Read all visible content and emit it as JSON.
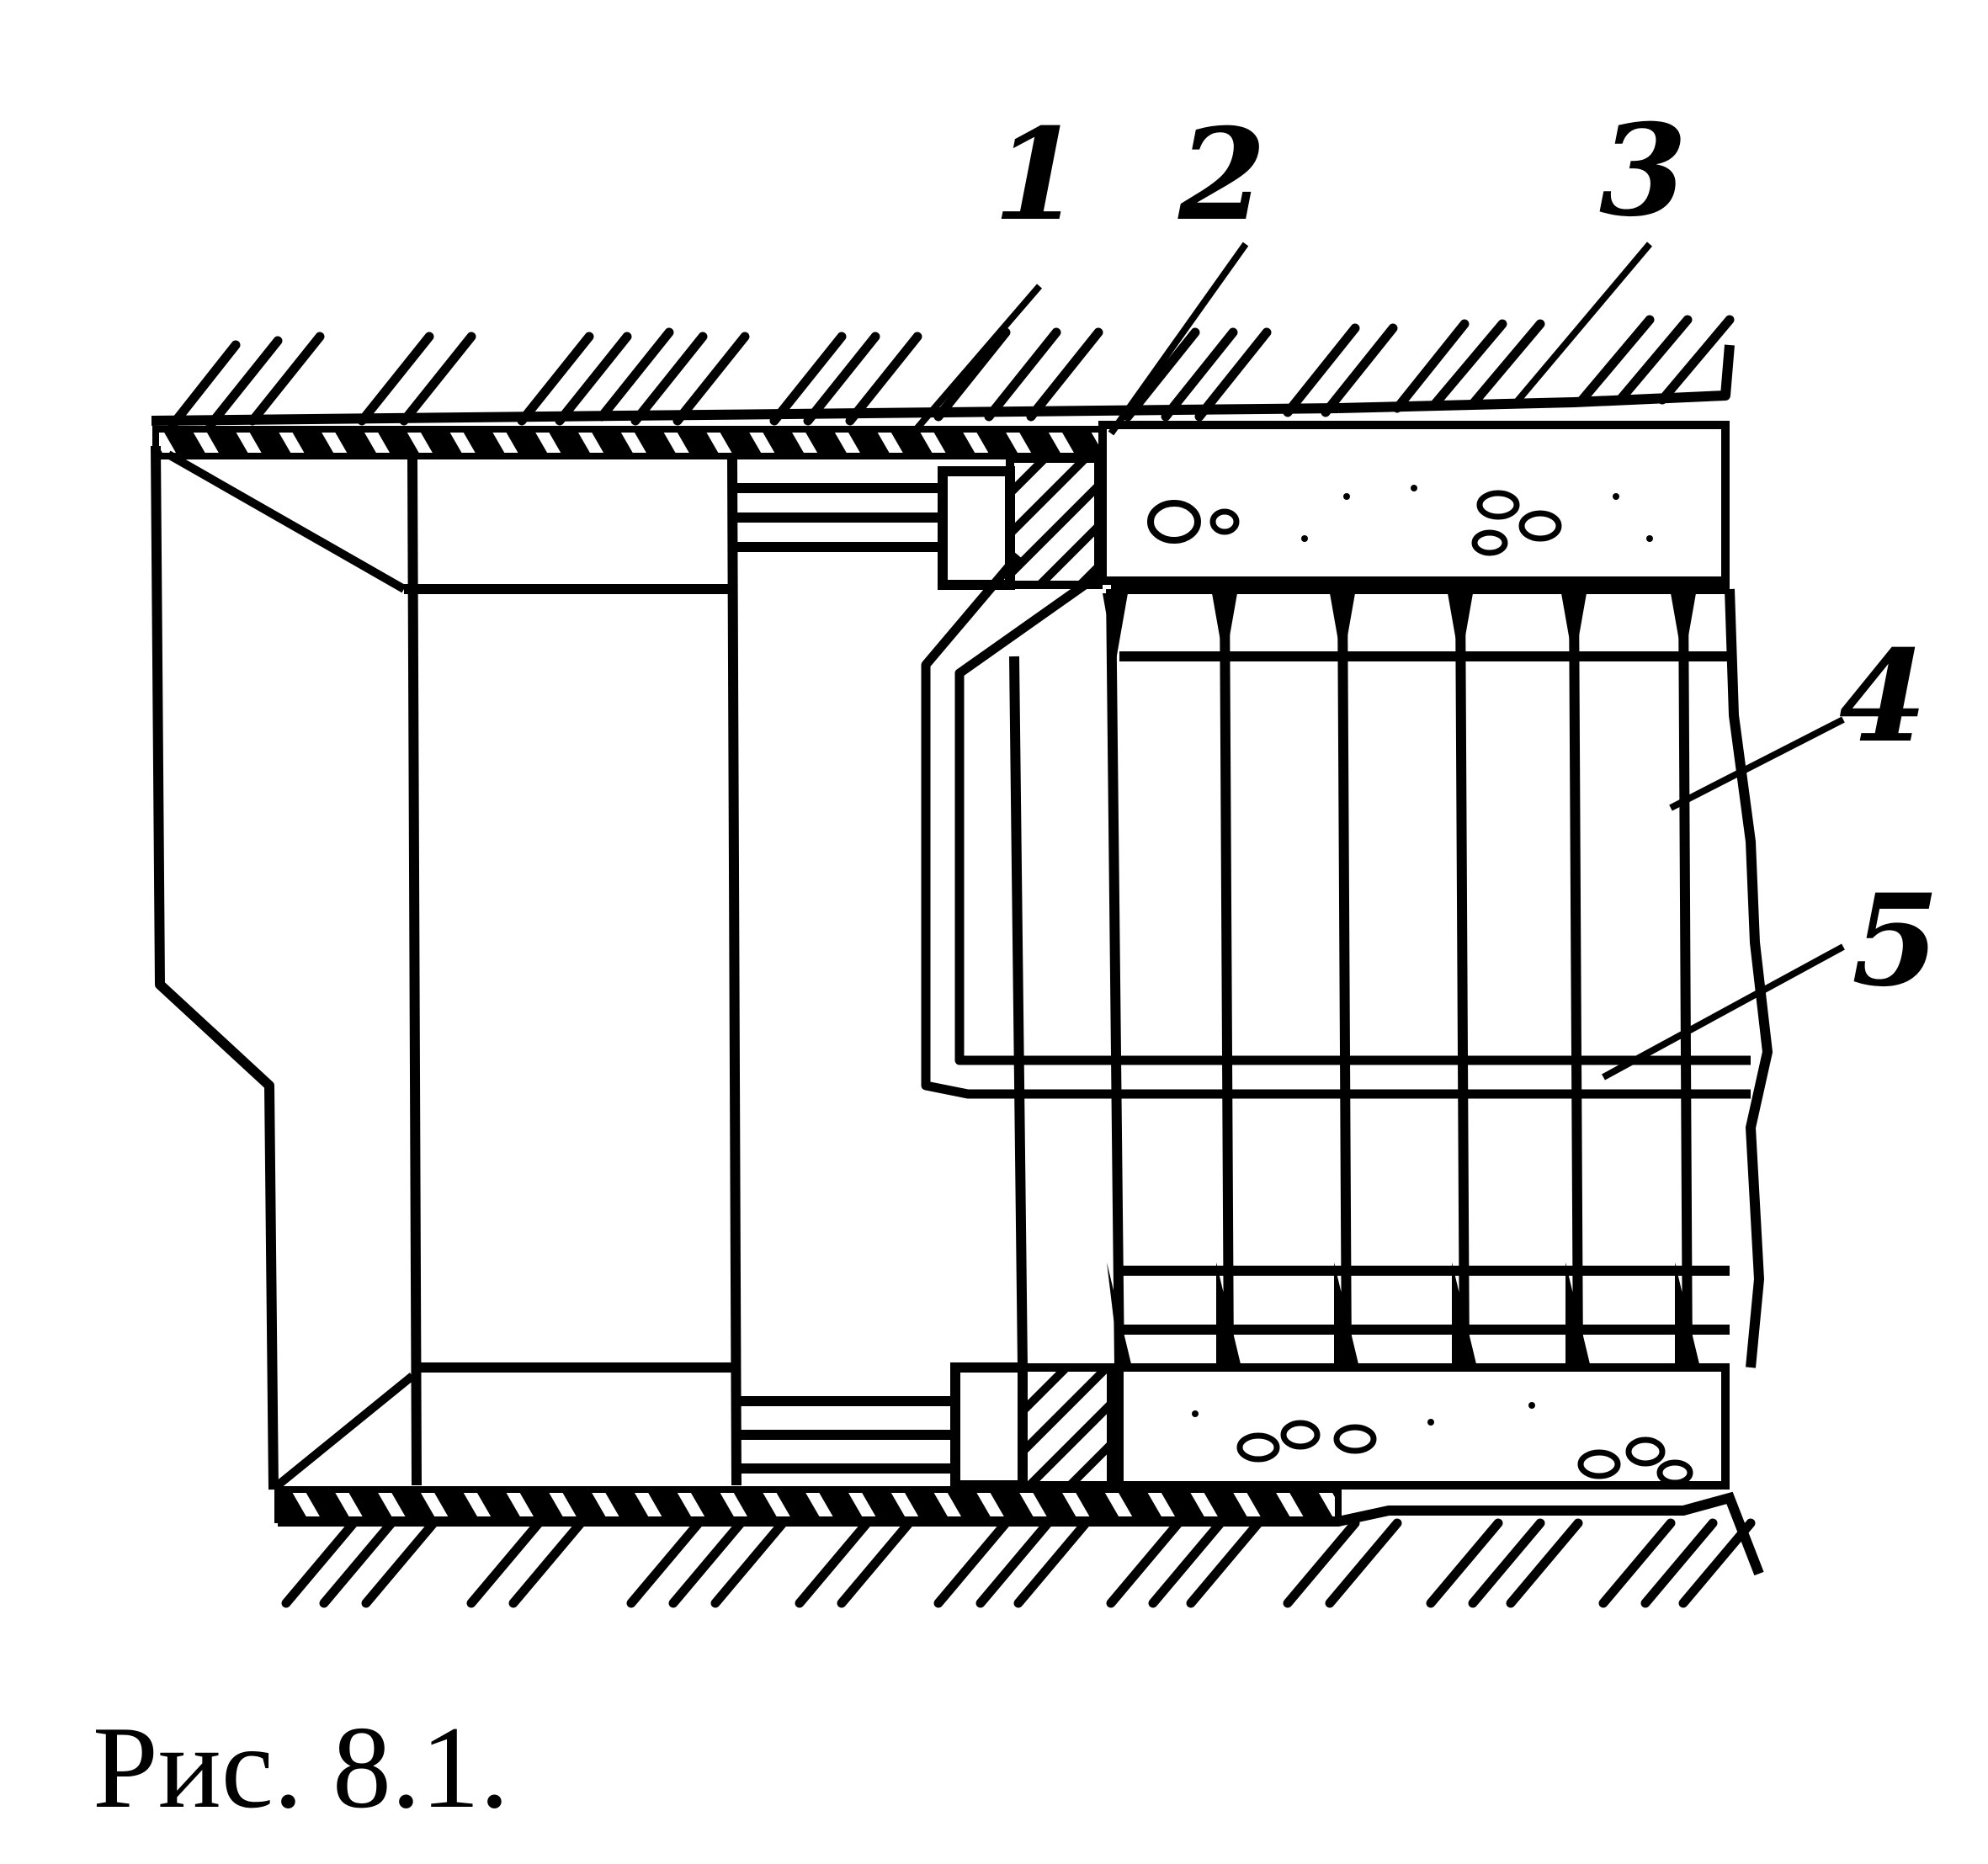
{
  "figure": {
    "caption": "Рис. 8.1.",
    "callouts": [
      "1",
      "2",
      "3",
      "4",
      "5"
    ]
  }
}
